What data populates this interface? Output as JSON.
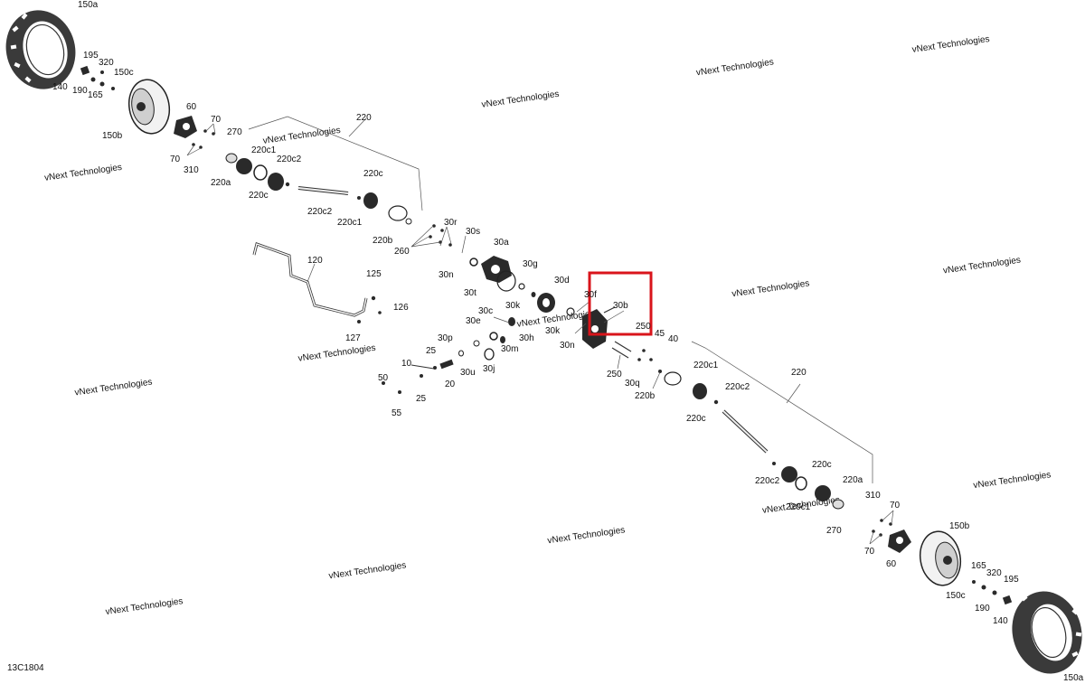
{
  "image_code": "13C1804",
  "watermark_text": "vNext Technologies",
  "highlight_color": "#d9141b",
  "highlight_label": "30b",
  "labels": {
    "l150a_top": "150a",
    "l195_top": "195",
    "l320_top": "320",
    "l150c_top": "150c",
    "l140_top": "140",
    "l190_top": "190",
    "l165_top": "165",
    "l150b_top": "150b",
    "l60_top": "60",
    "l70_top_a": "70",
    "l70_top_b": "70",
    "l310_top": "310",
    "l270_top": "270",
    "l220_top": "220",
    "l220c1_top": "220c1",
    "l220c2_top": "220c2",
    "l220a_top": "220a",
    "l220c_top": "220c",
    "l220c_mid": "220c",
    "l220c2_mid": "220c2",
    "l220c1_mid": "220c1",
    "l220b_top": "220b",
    "l260": "260",
    "l30r": "30r",
    "l30s": "30s",
    "l30a": "30a",
    "l30n_a": "30n",
    "l30g": "30g",
    "l30t": "30t",
    "l30d": "30d",
    "l30f": "30f",
    "l30k_a": "30k",
    "l30b": "30b",
    "l250_a": "250",
    "l30c": "30c",
    "l30e": "30e",
    "l30h": "30h",
    "l30k_b": "30k",
    "l30m": "30m",
    "l30n_b": "30n",
    "l30p": "30p",
    "l25_a": "25",
    "l10": "10",
    "l20": "20",
    "l30u": "30u",
    "l30j": "30j",
    "l50": "50",
    "l25_b": "25",
    "l55": "55",
    "l120": "120",
    "l125": "125",
    "l126": "126",
    "l127": "127",
    "l45": "45",
    "l40": "40",
    "l250_b": "250",
    "l30q": "30q",
    "l220b_bot": "220b",
    "l220c1_bot": "220c1",
    "l220c2_bot": "220c2",
    "l220c_bot": "220c",
    "l220_bot": "220",
    "l220c_bot2": "220c",
    "l220c2_bot2": "220c2",
    "l220a_bot": "220a",
    "l220c1_bot2": "220c1",
    "l310_bot": "310",
    "l70_bot_a": "70",
    "l70_bot_b": "70",
    "l270_bot": "270",
    "l60_bot": "60",
    "l150b_bot": "150b",
    "l165_bot": "165",
    "l320_bot": "320",
    "l195_bot": "195",
    "l150c_bot": "150c",
    "l190_bot": "190",
    "l140_bot": "140",
    "l150a_bot": "150a"
  }
}
